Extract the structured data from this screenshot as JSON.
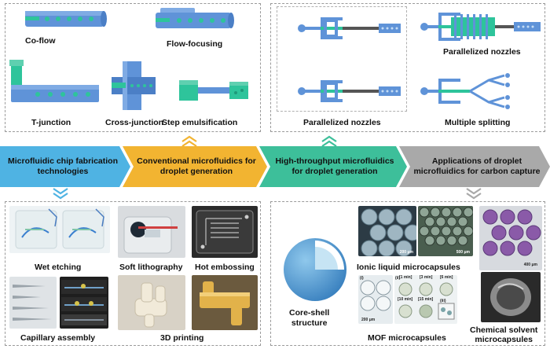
{
  "top_left_panel": {
    "co_flow": "Co-flow",
    "flow_focusing": "Flow-focusing",
    "t_junction": "T-junction",
    "cross_junction": "Cross-junction",
    "step_emulsification": "Step emulsification"
  },
  "top_right_panel": {
    "parallelized_nozzles_a": "Parallelized nozzles",
    "parallelized_nozzles_b": "Parallelized nozzles",
    "multiple_splitting": "Multiple splitting"
  },
  "banners": {
    "b1_line1": "Microfluidic chip fabrication",
    "b1_line2": "technologies",
    "b2_line1": "Conventional microfluidics for",
    "b2_line2": "droplet generation",
    "b3_line1": "High-throughput microfluidics",
    "b3_line2": "for droplet generation",
    "b4_line1": "Applications of droplet",
    "b4_line2": "microfluidics for carbon capture"
  },
  "bottom_left_panel": {
    "wet_etching": "Wet etching",
    "soft_lithography": "Soft lithography",
    "hot_embossing": "Hot embossing",
    "capillary_assembly": "Capillary assembly",
    "printing_3d": "3D printing"
  },
  "bottom_right_panel": {
    "core_shell_line1": "Core-shell",
    "core_shell_line2": "structure",
    "ionic_liquid": "Ionic liquid microcapsules",
    "mof": "MOF microcapsules",
    "chemical_line1": "Chemical solvent",
    "chemical_line2": "microcapsules",
    "scale_200": "200 μm",
    "scale_500": "500 μm",
    "scale_400": "400 μm",
    "scale_mof": "200 μm",
    "mof_i": "(i)",
    "mof_ii": "(ii)",
    "mof_iii": "(iii)",
    "t1": "[1 min]",
    "t3": "[3 min]",
    "t6": "[6 min]",
    "t10": "[10 min]",
    "t15": "[15 min]"
  },
  "colors": {
    "blue_banner": "#4fb3e3",
    "orange_banner": "#f2b431",
    "green_banner": "#3dbf9a",
    "gray_banner": "#a9a9a9",
    "channel_blue": "#5b8fd4",
    "fluid_green": "#3cc3a0"
  }
}
